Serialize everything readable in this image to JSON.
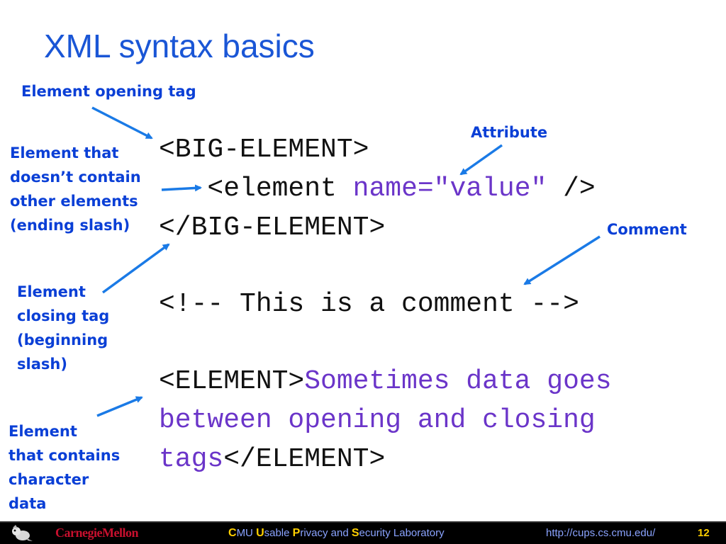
{
  "slide": {
    "title": "XML syntax basics"
  },
  "labels": {
    "opening_tag": "Element opening tag",
    "attribute": "Attribute",
    "no_children": [
      "Element that",
      "doesn’t contain",
      "other elements",
      "(ending slash)"
    ],
    "comment": "Comment",
    "closing_tag": [
      "Element",
      "closing tag",
      "(beginning",
      "slash)"
    ],
    "char_data": [
      "Element",
      "that contains",
      "character",
      "data"
    ]
  },
  "code": {
    "line1": "<BIG-ELEMENT>",
    "line2_pre": "   <element ",
    "line2_attr": "name=\"value\"",
    "line2_post": " />",
    "line3": "</BIG-ELEMENT>",
    "line4": "<!-- This is a comment -->",
    "line5_tag": "<ELEMENT>",
    "line5_text": "Sometimes data goes",
    "line6_text": "between opening and closing",
    "line7_text": "tags",
    "line7_tag": "</ELEMENT>"
  },
  "footer": {
    "logo": "CarnegieMellon",
    "lab_parts": [
      {
        "cap": "C",
        "rest": "MU "
      },
      {
        "cap": "U",
        "rest": "sable "
      },
      {
        "cap": "P",
        "rest": "rivacy and "
      },
      {
        "cap": "S",
        "rest": "ecurity Laboratory"
      }
    ],
    "url": "http://cups.cs.cmu.edu/",
    "page_number": "12"
  },
  "colors": {
    "title": "#1a56d6",
    "label": "#0a3fd6",
    "arrow": "#1a7ae6",
    "code_highlight": "#6b35c9",
    "footer_bg": "#000000",
    "footer_accent": "#ffd000",
    "logo_red": "#c8102e"
  }
}
